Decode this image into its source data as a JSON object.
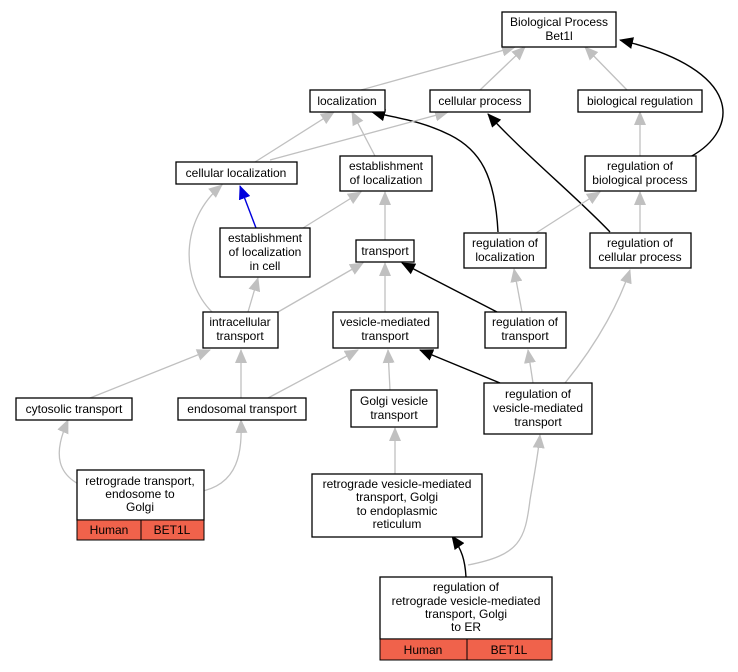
{
  "nodes": {
    "bp": [
      "Biological Process",
      "Bet1l"
    ],
    "localization": [
      "localization"
    ],
    "cellular_process": [
      "cellular process"
    ],
    "biological_regulation": [
      "biological regulation"
    ],
    "cellular_localization": [
      "cellular localization"
    ],
    "establishment_of_localization": [
      "establishment",
      "of localization"
    ],
    "regulation_of_biological_process": [
      "regulation of",
      "biological process"
    ],
    "establishment_of_localization_in_cell": [
      "establishment",
      "of localization",
      "in cell"
    ],
    "transport": [
      "transport"
    ],
    "regulation_of_localization": [
      "regulation of",
      "localization"
    ],
    "regulation_of_cellular_process": [
      "regulation of",
      "cellular process"
    ],
    "intracellular_transport": [
      "intracellular",
      "transport"
    ],
    "vesicle_mediated_transport": [
      "vesicle-mediated",
      "transport"
    ],
    "regulation_of_transport": [
      "regulation of",
      "transport"
    ],
    "cytosolic_transport": [
      "cytosolic transport"
    ],
    "endosomal_transport": [
      "endosomal transport"
    ],
    "golgi_vesicle_transport": [
      "Golgi vesicle",
      "transport"
    ],
    "regulation_of_vesicle_mediated_transport": [
      "regulation of",
      "vesicle-mediated",
      "transport"
    ],
    "retrograde_transport_endosome_to_golgi": [
      "retrograde transport,",
      "endosome to",
      "Golgi"
    ],
    "retrograde_vesicle_mediated_transport": [
      "retrograde vesicle-mediated",
      "transport, Golgi",
      "to endoplasmic",
      "reticulum"
    ],
    "regulation_of_retrograde": [
      "regulation of",
      "retrograde vesicle-mediated",
      "transport, Golgi",
      "to ER"
    ]
  },
  "tags": {
    "retrograde_transport_endosome_to_golgi": [
      "Human",
      "BET1L"
    ],
    "regulation_of_retrograde": [
      "Human",
      "BET1L"
    ]
  },
  "colors": {
    "gray_edge": "#c0c0c0",
    "black_edge": "#000000",
    "blue_edge": "#0000dd",
    "tag_fill": "#f0624b"
  }
}
